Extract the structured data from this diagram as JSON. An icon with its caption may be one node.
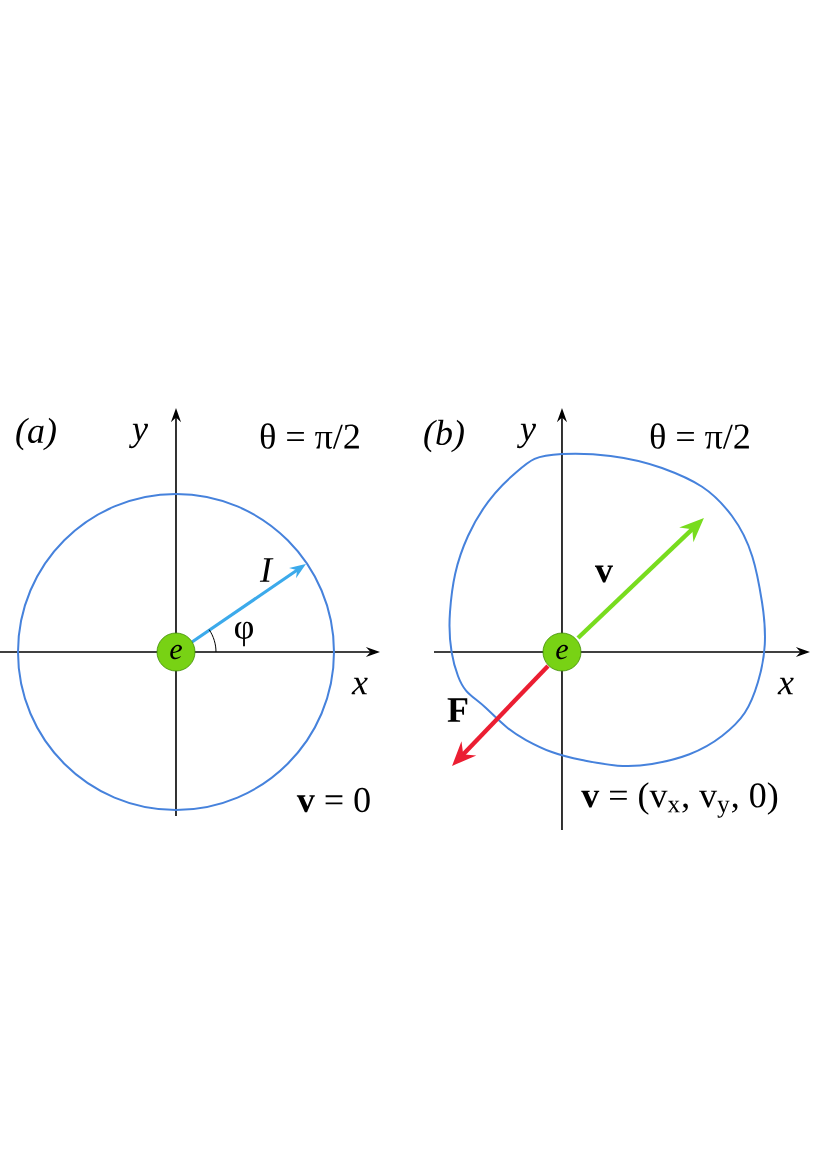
{
  "diagram": {
    "nodes": [
      {
        "text": [
          "e"
        ]
      },
      {
        "text": [
          "e"
        ]
      }
    ],
    "labels": [
      "(a)",
      "y",
      "θ = π/2",
      "I",
      "φ",
      "x",
      "**v** = 0",
      "(b)",
      "y",
      "θ = π/2",
      "v",
      "x",
      "F",
      "**v** = (v$_{x}$, v$_{y}$, 0)"
    ]
  }
}
